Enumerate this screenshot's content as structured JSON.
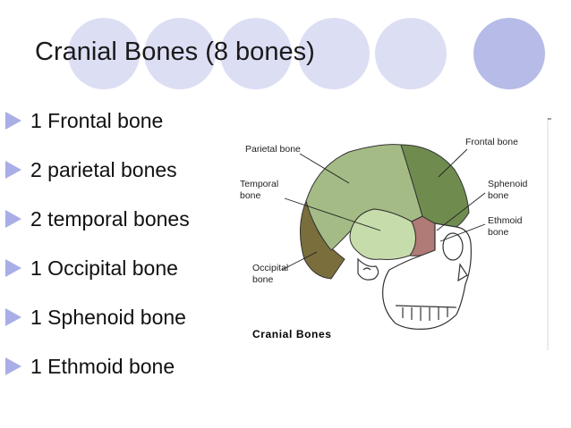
{
  "slide": {
    "title": "Cranial Bones (8 bones)",
    "accent_color": "#a9aee6",
    "bullets": [
      {
        "text": "1 Frontal bone"
      },
      {
        "text": "2 parietal bones"
      },
      {
        "text": "2 temporal bones"
      },
      {
        "text": "1 Occipital bone"
      },
      {
        "text": "1 Sphenoid bone"
      },
      {
        "text": "1 Ethmoid bone"
      }
    ]
  },
  "figure": {
    "caption": "Cranial Bones",
    "labels": {
      "parietal": "Parietal bone",
      "frontal": "Frontal bone",
      "temporal_1": "Temporal",
      "temporal_2": "bone",
      "sphenoid_1": "Sphenoid",
      "sphenoid_2": "bone",
      "ethmoid_1": "Ethmoid",
      "ethmoid_2": "bone",
      "occipital_1": "Occipital",
      "occipital_2": "bone"
    },
    "colors": {
      "parietal": "#a4bb86",
      "frontal": "#6f8c4e",
      "temporal": "#c7dcab",
      "occipital": "#7a6e3c",
      "sphenoid": "#b07a76"
    }
  }
}
